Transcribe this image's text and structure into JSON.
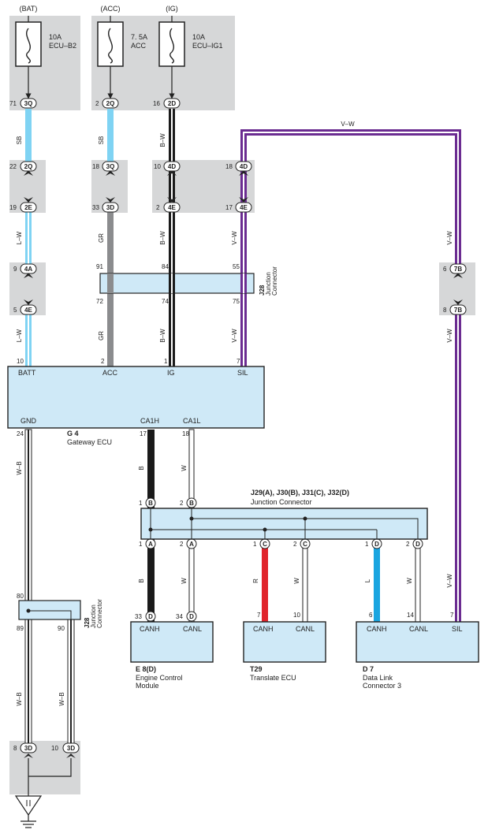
{
  "supplies": {
    "bat": "(BAT)",
    "acc": "(ACC)",
    "ig": "(IG)"
  },
  "fuses": {
    "ecu_b2": {
      "line1": "10A",
      "line2": "ECU–B2"
    },
    "acc": {
      "line1": "7. 5A",
      "line2": "ACC"
    },
    "ecu_ig1": {
      "line1": "10A",
      "line2": "ECU–IG1"
    }
  },
  "wire_labels": {
    "sb_bat": "SB",
    "sb_acc": "SB",
    "bw_ig_top": "B–W",
    "vw_top": "V–W",
    "lw_1": "L–W",
    "gr_1": "GR",
    "bw_ig_mid": "B–W",
    "vw_mid": "V–W",
    "vw_right_mid": "V–W",
    "lw_2": "L–W",
    "gr_2": "GR",
    "bw_ig_low": "B–W",
    "vw_low": "V–W",
    "vw_right_low": "V–W",
    "wb_gnd": "W–B",
    "b_can": "B",
    "w_can": "W",
    "b_e8": "B",
    "w_e8": "W",
    "r_t29": "R",
    "w_t29": "W",
    "l_d7": "L",
    "w_d7": "W",
    "vw_d7": "V–W",
    "wb_89": "W–B",
    "wb_90": "W–B"
  },
  "pins": {
    "p71": "71",
    "p3q": "3Q",
    "p2": "2",
    "p2q": "2Q",
    "p16": "16",
    "p2d": "2D",
    "p22": "22",
    "p2q_b": "2Q",
    "p18a": "18",
    "p3q_b": "3Q",
    "p10": "10",
    "p4d": "4D",
    "p18b": "18",
    "p4d_b": "4D",
    "p19": "19",
    "p2e": "2E",
    "p33": "33",
    "p3d": "3D",
    "p2b": "2",
    "p4e": "4E",
    "p17": "17",
    "p4e_b": "4E",
    "p9": "9",
    "p4a": "4A",
    "p6": "6",
    "p7b": "7B",
    "p5": "5",
    "p4e_c": "4E",
    "p8": "8",
    "p7b_b": "7B",
    "p91": "91",
    "p84": "84",
    "p55": "55",
    "p72": "72",
    "p74": "74",
    "p75": "75",
    "ecu_10": "10",
    "ecu_2": "2",
    "ecu_1": "1",
    "ecu_7": "7",
    "ecu_24": "24",
    "ecu_17": "17",
    "ecu_18": "18",
    "jb_1": "1",
    "jb_b1": "B",
    "jb_2": "2",
    "jb_b2": "B",
    "ja_1": "1",
    "ja_a1": "A",
    "ja_2": "2",
    "ja_a2": "A",
    "jc_1": "1",
    "jc_c1": "C",
    "jc_2": "2",
    "jc_c2": "C",
    "jd_1": "1",
    "jd_d1": "D",
    "jd_2": "2",
    "jd_d2": "D",
    "e8_33": "33",
    "e8_d1": "D",
    "e8_34": "34",
    "e8_d2": "D",
    "t29_7": "7",
    "t29_10": "10",
    "d7_6": "6",
    "d7_14": "14",
    "d7_7": "7",
    "j28_80": "80",
    "j28_89": "89",
    "j28_90": "90",
    "g_8": "8",
    "g_3d": "3D",
    "g_10": "10",
    "g_3d_b": "3D"
  },
  "j28": {
    "code": "J28",
    "name_1": "Junction",
    "name_2": "Connector"
  },
  "j28_low": {
    "code": "J28",
    "name_1": "Junction",
    "name_2": "Connector"
  },
  "gateway": {
    "batt": "BATT",
    "acc": "ACC",
    "ig": "IG",
    "sil": "SIL",
    "gnd": "GND",
    "ca1h": "CA1H",
    "ca1l": "CA1L",
    "code": "G 4",
    "name": "Gateway ECU"
  },
  "jcon": {
    "code": "J29(A), J30(B), J31(C), J32(D)",
    "name": "Junction Connector"
  },
  "e8": {
    "canh": "CANH",
    "canl": "CANL",
    "code": "E 8(D)",
    "name_1": "Engine Control",
    "name_2": "Module"
  },
  "t29": {
    "canh": "CANH",
    "canl": "CANL",
    "code": "T29",
    "name": "Translate ECU"
  },
  "d7": {
    "canh": "CANH",
    "canl": "CANL",
    "sil": "SIL",
    "code": "D 7",
    "name_1": "Data Link",
    "name_2": "Connector 3"
  },
  "colors": {
    "panel": "#d6d7d8",
    "ecu_fill": "#cfe9f7",
    "sb": "#7fd3f3",
    "gr": "#8b8c8e",
    "bw": "#1a1a1a",
    "vw": "#6b2c91",
    "red": "#e0242b",
    "blue": "#1aa5e0",
    "wire_w": "#ffffff"
  }
}
